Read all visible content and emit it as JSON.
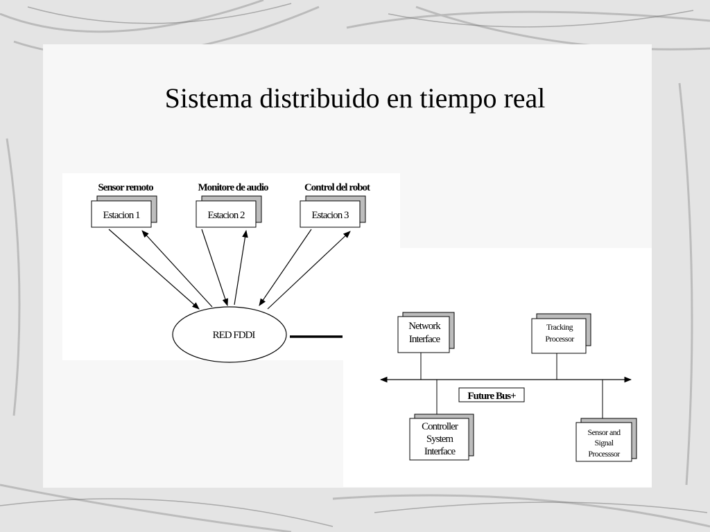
{
  "slide": {
    "title": "Sistema distribuido en tiempo real"
  },
  "fddi": {
    "stations": [
      {
        "heading": "Sensor remoto",
        "box": "Estacion 1"
      },
      {
        "heading": "Monitore de audio",
        "box": "Estacion 2"
      },
      {
        "heading": "Control del robot",
        "box": "Estacion 3"
      }
    ],
    "network": "RED FDDI"
  },
  "bus": {
    "label": "Future Bus+",
    "top_modules": [
      {
        "lines": [
          "Network",
          "Interface"
        ]
      },
      {
        "lines": [
          "Tracking",
          "Processor"
        ]
      }
    ],
    "bottom_modules": [
      {
        "lines": [
          "Controller",
          "System",
          "Interface"
        ]
      },
      {
        "lines": [
          "Sensor and",
          "Signal",
          "Processsor"
        ]
      }
    ]
  }
}
